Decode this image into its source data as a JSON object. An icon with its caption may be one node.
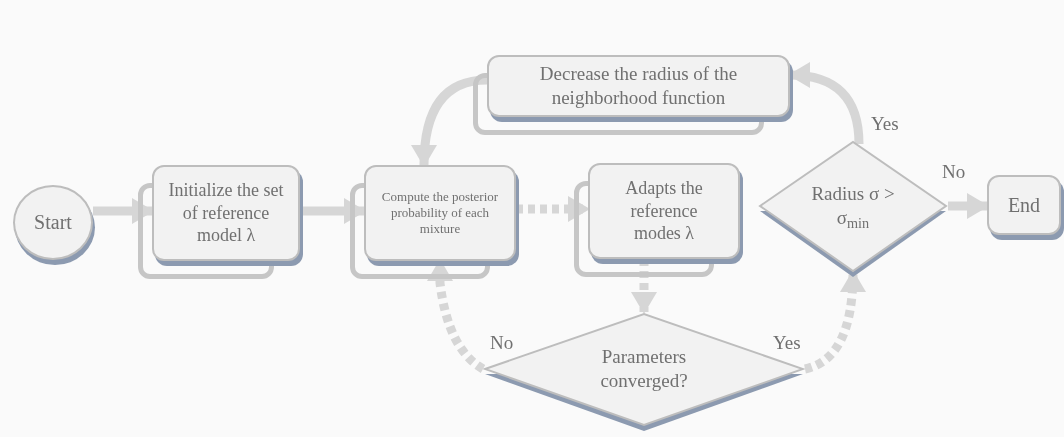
{
  "diagram": {
    "nodes": [
      {
        "text": [
          "Start"
        ]
      },
      {
        "text": [
          "Initialize the set of reference model λ"
        ]
      },
      {
        "text": [
          "Compute the posterior probability of each mixture"
        ]
      },
      {
        "text": [
          "Adapts the reference modes λ"
        ]
      },
      {
        "text": [
          "Parameters converged?"
        ]
      },
      {
        "text": [
          "Radius σ > σ$_{min}$"
        ]
      },
      {
        "text": [
          "End"
        ]
      },
      {
        "text": [
          "Decrease the radius of the neighborhood function"
        ]
      }
    ],
    "edges": [
      {
        "from": 0,
        "to": 1,
        "arrow": "to"
      },
      {
        "from": 1,
        "to": 2,
        "arrow": "to"
      },
      {
        "from": 2,
        "to": 3,
        "arrow": "to",
        "style": "dashed"
      },
      {
        "from": 3,
        "to": 4,
        "arrow": "to",
        "style": "dashed"
      },
      {
        "from": 4,
        "to": 2,
        "arrow": "to",
        "label": "No",
        "style": "dashed"
      },
      {
        "from": 4,
        "to": 5,
        "arrow": "to",
        "label": "Yes",
        "style": "dashed"
      },
      {
        "from": 5,
        "to": 7,
        "arrow": "to",
        "label": "Yes"
      },
      {
        "from": 5,
        "to": 6,
        "arrow": "to",
        "label": "No"
      },
      {
        "from": 7,
        "to": 2,
        "arrow": "to"
      }
    ]
  }
}
